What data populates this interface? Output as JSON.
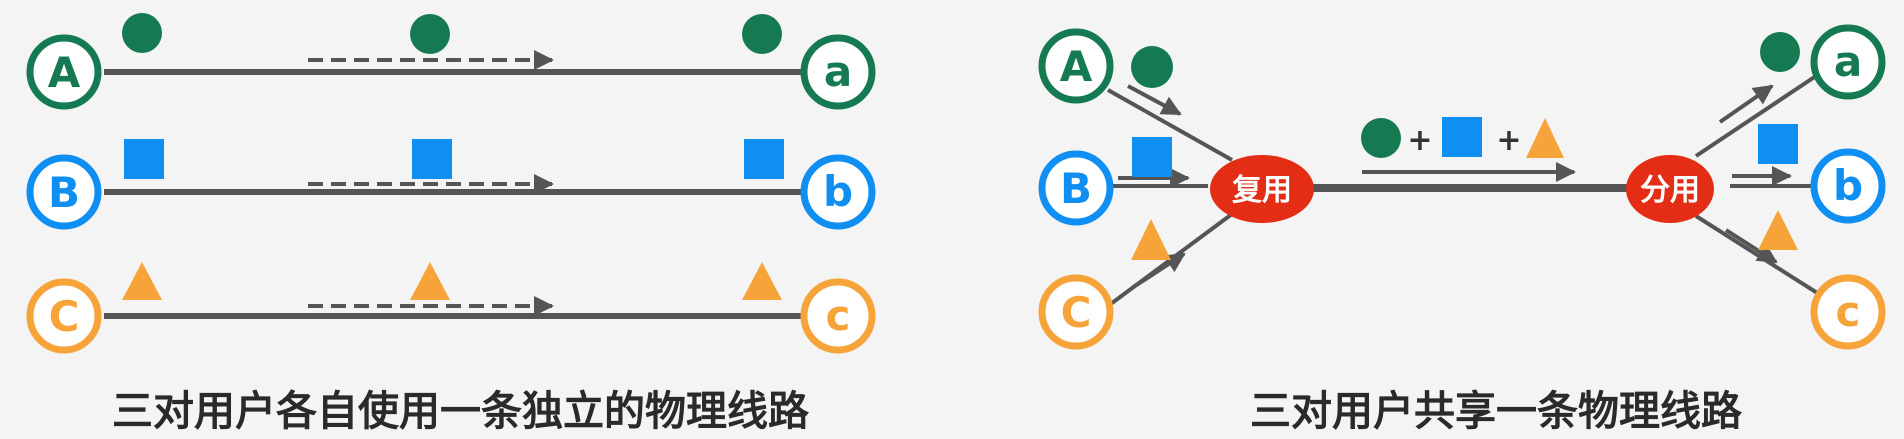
{
  "colors": {
    "green": "#157a52",
    "blue": "#0f8ff2",
    "orange": "#f6a43a",
    "line": "#555555",
    "hub": "#e32d14"
  },
  "shapes": {
    "green": "green-circle-icon",
    "blue": "blue-square-icon",
    "orange": "orange-triangle-icon"
  },
  "left_panel": {
    "caption": "三对用户各自使用一条独立的物理线路",
    "users": [
      {
        "src": "A",
        "dst": "a",
        "color": "green",
        "shape": "circle"
      },
      {
        "src": "B",
        "dst": "b",
        "color": "blue",
        "shape": "square"
      },
      {
        "src": "C",
        "dst": "c",
        "color": "orange",
        "shape": "triangle"
      }
    ]
  },
  "right_panel": {
    "caption": "三对用户共享一条物理线路",
    "mux_label": "复用",
    "demux_label": "分用",
    "plus": "+",
    "users": [
      {
        "src": "A",
        "dst": "a",
        "color": "green",
        "shape": "circle"
      },
      {
        "src": "B",
        "dst": "b",
        "color": "blue",
        "shape": "square"
      },
      {
        "src": "C",
        "dst": "c",
        "color": "orange",
        "shape": "triangle"
      }
    ]
  }
}
